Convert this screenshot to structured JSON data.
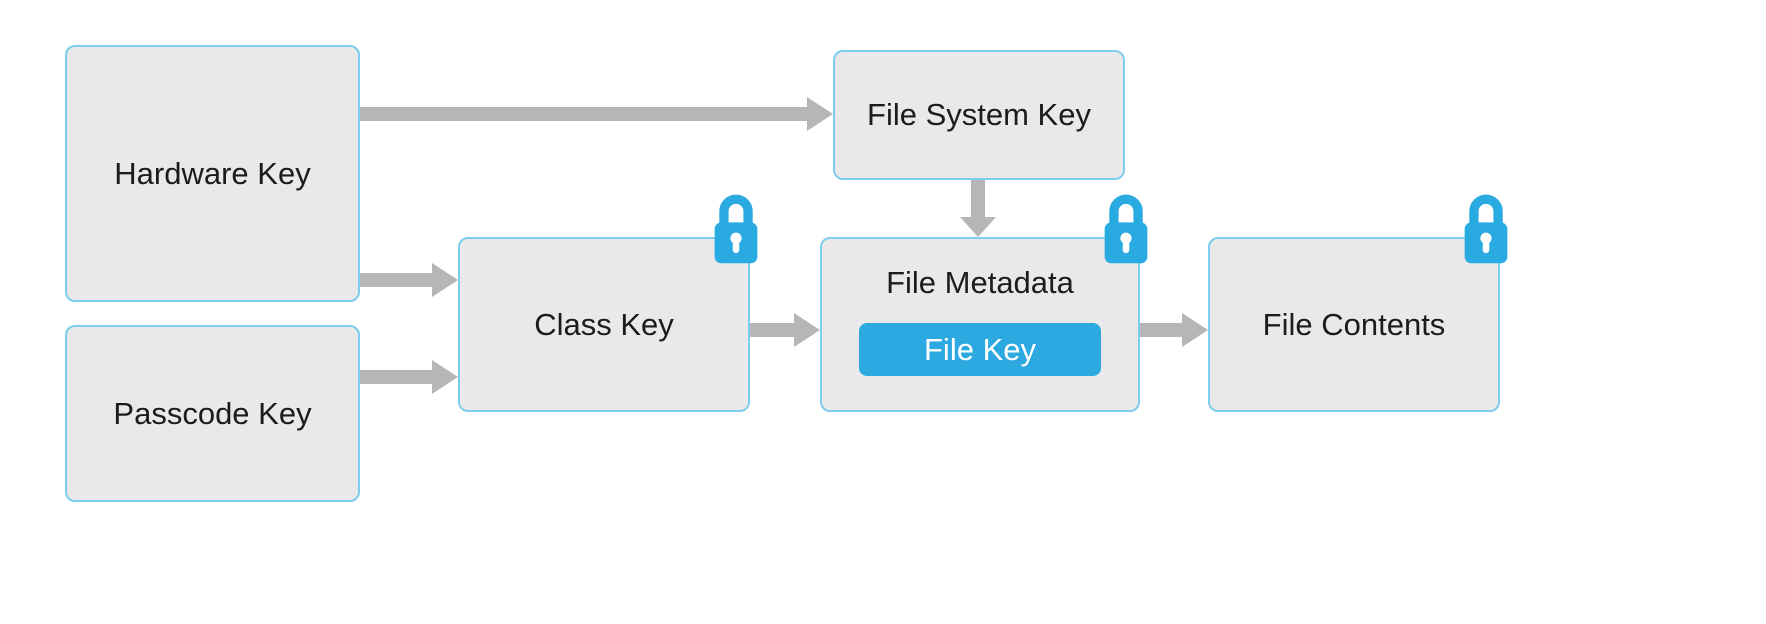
{
  "diagram": {
    "nodes": {
      "hardware_key": {
        "label": "Hardware Key",
        "locked": false
      },
      "passcode_key": {
        "label": "Passcode Key",
        "locked": false
      },
      "class_key": {
        "label": "Class Key",
        "locked": true
      },
      "file_system_key": {
        "label": "File System Key",
        "locked": false
      },
      "file_metadata": {
        "label": "File Metadata",
        "locked": true
      },
      "file_key": {
        "label": "File Key"
      },
      "file_contents": {
        "label": "File Contents",
        "locked": true
      }
    },
    "edges": [
      {
        "from": "hardware_key",
        "to": "file_system_key"
      },
      {
        "from": "hardware_key",
        "to": "class_key"
      },
      {
        "from": "passcode_key",
        "to": "class_key"
      },
      {
        "from": "class_key",
        "to": "file_metadata"
      },
      {
        "from": "file_system_key",
        "to": "file_metadata"
      },
      {
        "from": "file_metadata",
        "to": "file_contents"
      }
    ],
    "icons": {
      "lock": "padlock-icon"
    },
    "colors": {
      "box_fill": "#e9e9ea",
      "box_border": "#7ccdee",
      "arrow": "#b6b6b8",
      "lock_blue": "#29abe2",
      "file_key_fill": "#2da9e1",
      "file_key_text": "#ffffff",
      "text": "#1c1c1c"
    }
  }
}
